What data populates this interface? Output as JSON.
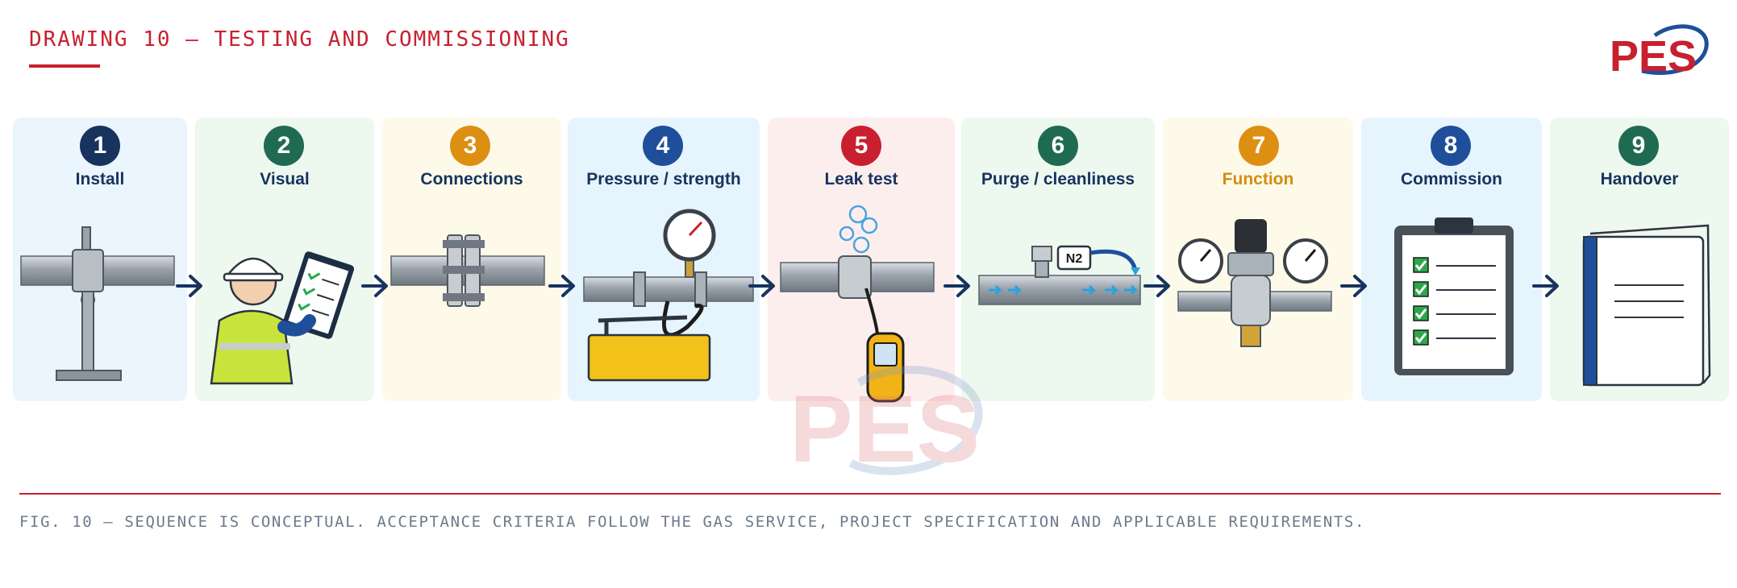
{
  "drawing_title": "DRAWING 10 – TESTING AND COMMISSIONING",
  "logo_text": "PES",
  "watermark_text": "PES",
  "steps": [
    {
      "number": "1",
      "label": "Install",
      "circle_color": "#17335e",
      "panel_color": "#eaf5fd"
    },
    {
      "number": "2",
      "label": "Visual",
      "circle_color": "#1f6b52",
      "panel_color": "#edf8ef"
    },
    {
      "number": "3",
      "label": "Connections",
      "circle_color": "#dd8f12",
      "panel_color": "#fdfaea"
    },
    {
      "number": "4",
      "label": "Pressure / strength",
      "circle_color": "#1f4f9a",
      "panel_color": "#e6f4fd"
    },
    {
      "number": "5",
      "label": "Leak test",
      "circle_color": "#c8202f",
      "panel_color": "#fdeeee"
    },
    {
      "number": "6",
      "label": "Purge / cleanliness",
      "circle_color": "#1f6b52",
      "panel_color": "#edf8ef"
    },
    {
      "number": "7",
      "label": "Function",
      "circle_color": "#dd8f12",
      "panel_color": "#fdfaea"
    },
    {
      "number": "8",
      "label": "Commission",
      "circle_color": "#1f4f9a",
      "panel_color": "#e6f4fd"
    },
    {
      "number": "9",
      "label": "Handover",
      "circle_color": "#1f6b52",
      "panel_color": "#edf8ef"
    }
  ],
  "purge_gas_label": "N2",
  "footer_note": "FIG. 10 – SEQUENCE IS CONCEPTUAL. ACCEPTANCE CRITERIA FOLLOW THE GAS SERVICE, PROJECT SPECIFICATION AND APPLICABLE REQUIREMENTS.",
  "colors": {
    "accent_red": "#c8202f",
    "navy": "#17335e",
    "label_function": "#d48c0f",
    "footer_text": "#6c7a8a"
  }
}
